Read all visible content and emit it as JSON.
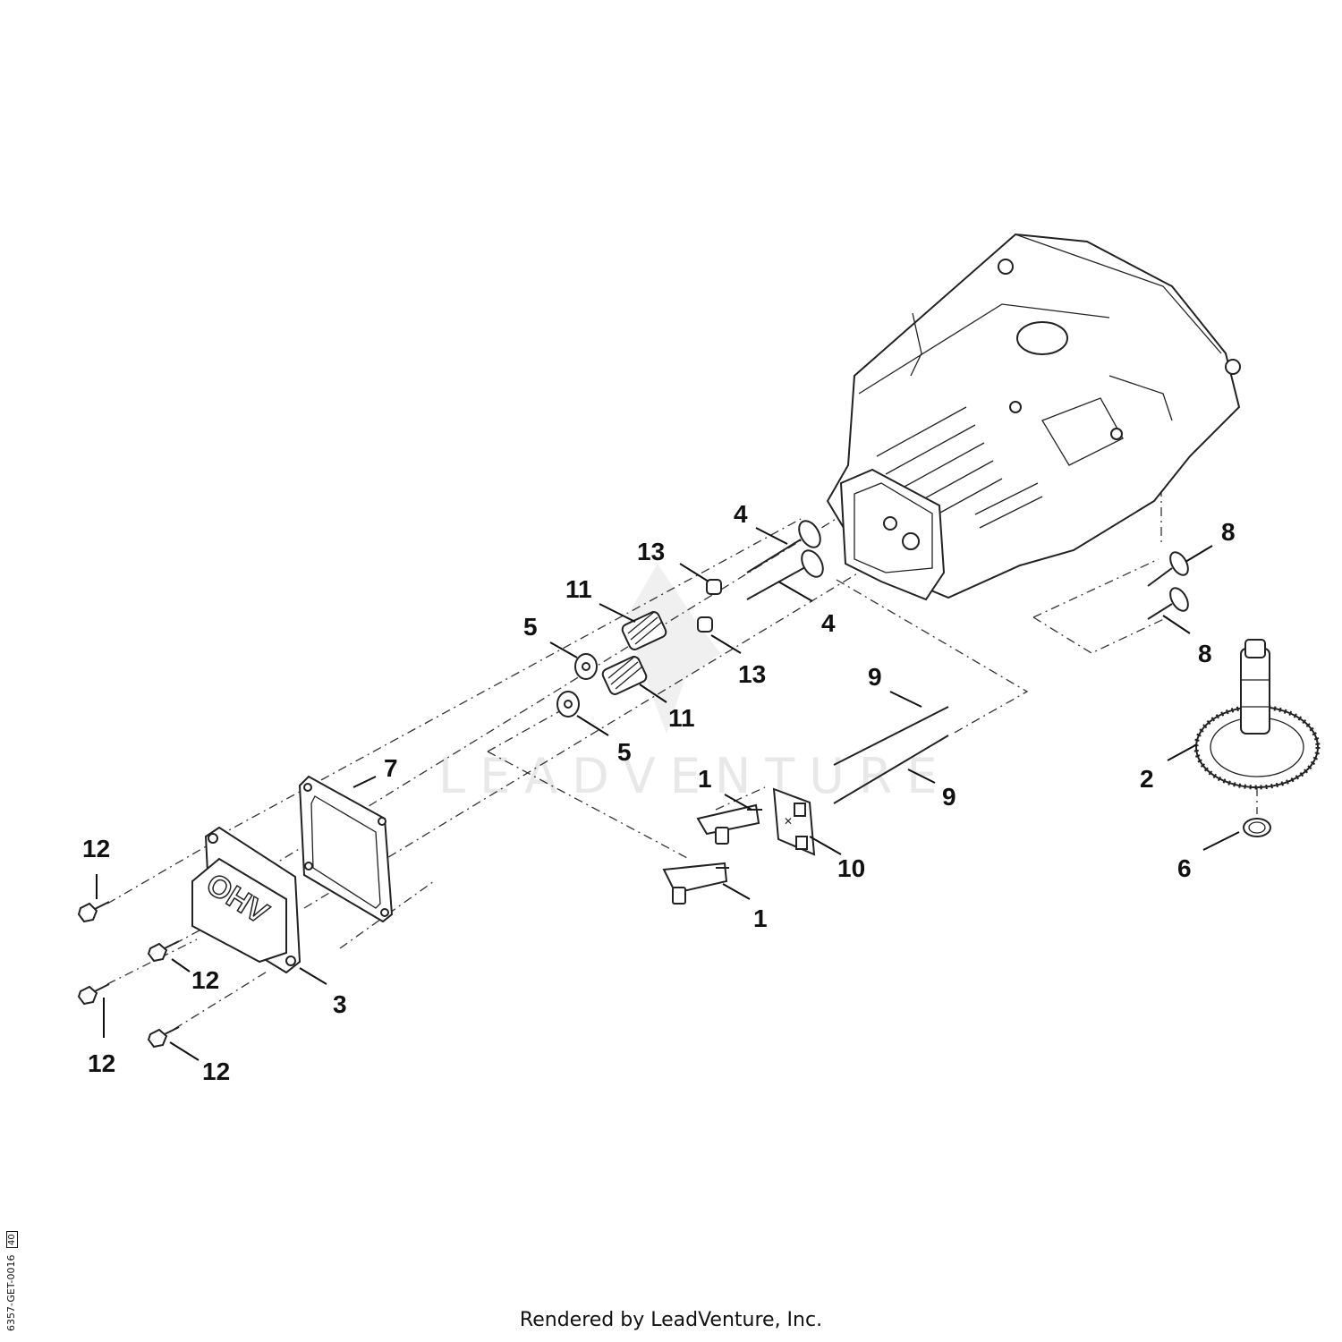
{
  "diagram": {
    "watermark": "LEADVENTURE",
    "cover_lettering": "OHV",
    "callouts": [
      {
        "id": "c1a",
        "label": "1"
      },
      {
        "id": "c1b",
        "label": "1"
      },
      {
        "id": "c2",
        "label": "2"
      },
      {
        "id": "c3",
        "label": "3"
      },
      {
        "id": "c4a",
        "label": "4"
      },
      {
        "id": "c4b",
        "label": "4"
      },
      {
        "id": "c5a",
        "label": "5"
      },
      {
        "id": "c5b",
        "label": "5"
      },
      {
        "id": "c6",
        "label": "6"
      },
      {
        "id": "c7",
        "label": "7"
      },
      {
        "id": "c8a",
        "label": "8"
      },
      {
        "id": "c8b",
        "label": "8"
      },
      {
        "id": "c9a",
        "label": "9"
      },
      {
        "id": "c9b",
        "label": "9"
      },
      {
        "id": "c10",
        "label": "10"
      },
      {
        "id": "c11a",
        "label": "11"
      },
      {
        "id": "c11b",
        "label": "11"
      },
      {
        "id": "c12a",
        "label": "12"
      },
      {
        "id": "c12b",
        "label": "12"
      },
      {
        "id": "c12c",
        "label": "12"
      },
      {
        "id": "c12d",
        "label": "12"
      },
      {
        "id": "c13a",
        "label": "13"
      },
      {
        "id": "c13b",
        "label": "13"
      }
    ]
  },
  "footer": {
    "rendered_by": "Rendered by LeadVenture, Inc.",
    "diagram_code": "6357-GET-0016",
    "diagram_code_box": "40"
  }
}
